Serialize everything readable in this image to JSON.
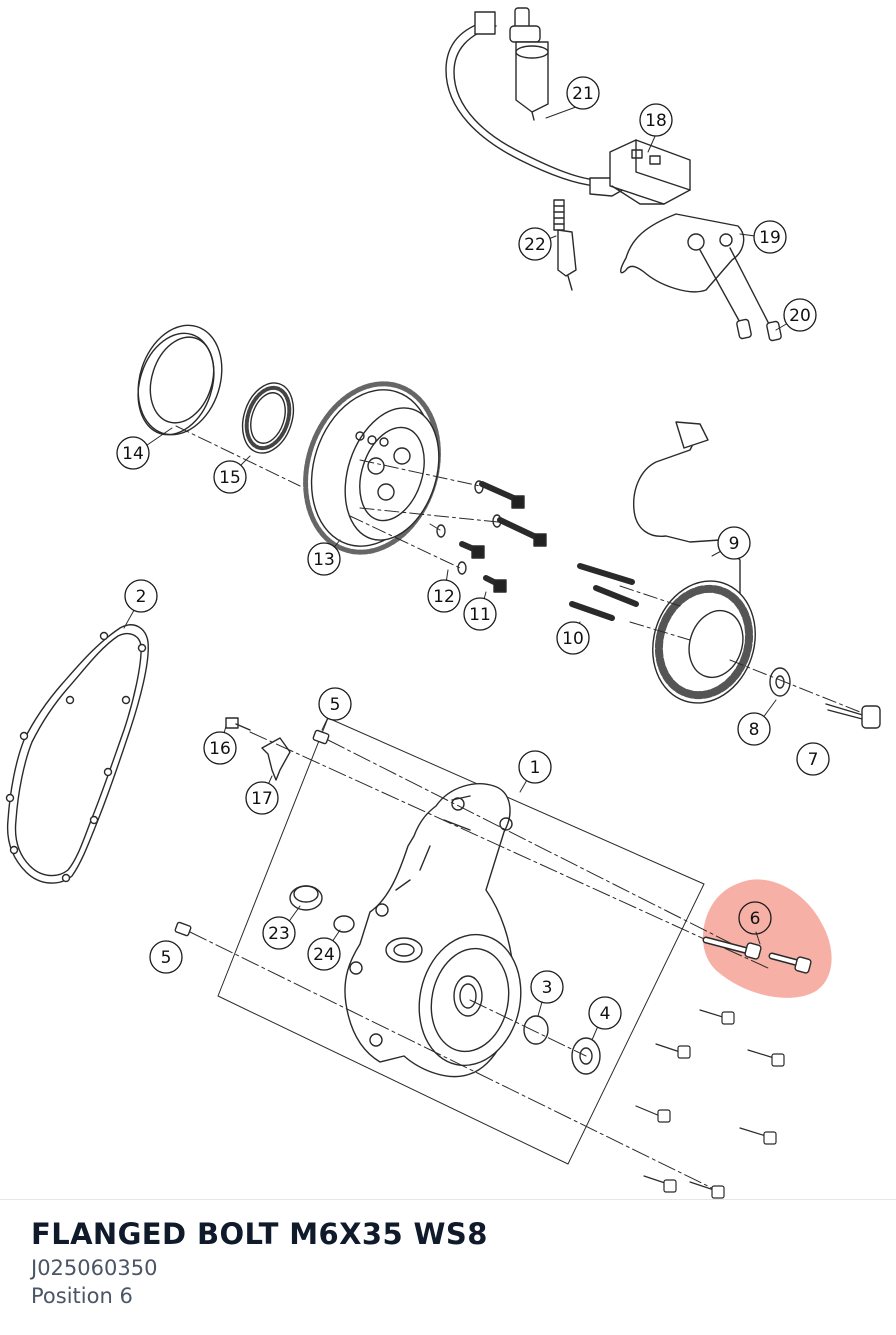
{
  "diagram": {
    "callouts": [
      "1",
      "2",
      "3",
      "4",
      "5",
      "5",
      "6",
      "7",
      "8",
      "9",
      "10",
      "11",
      "12",
      "13",
      "14",
      "15",
      "16",
      "17",
      "18",
      "19",
      "20",
      "21",
      "22",
      "23",
      "24"
    ],
    "highlight_color": "#f08070"
  },
  "part": {
    "name": "FLANGED BOLT M6X35 WS8",
    "number": "J025060350",
    "position": "Position 6"
  }
}
